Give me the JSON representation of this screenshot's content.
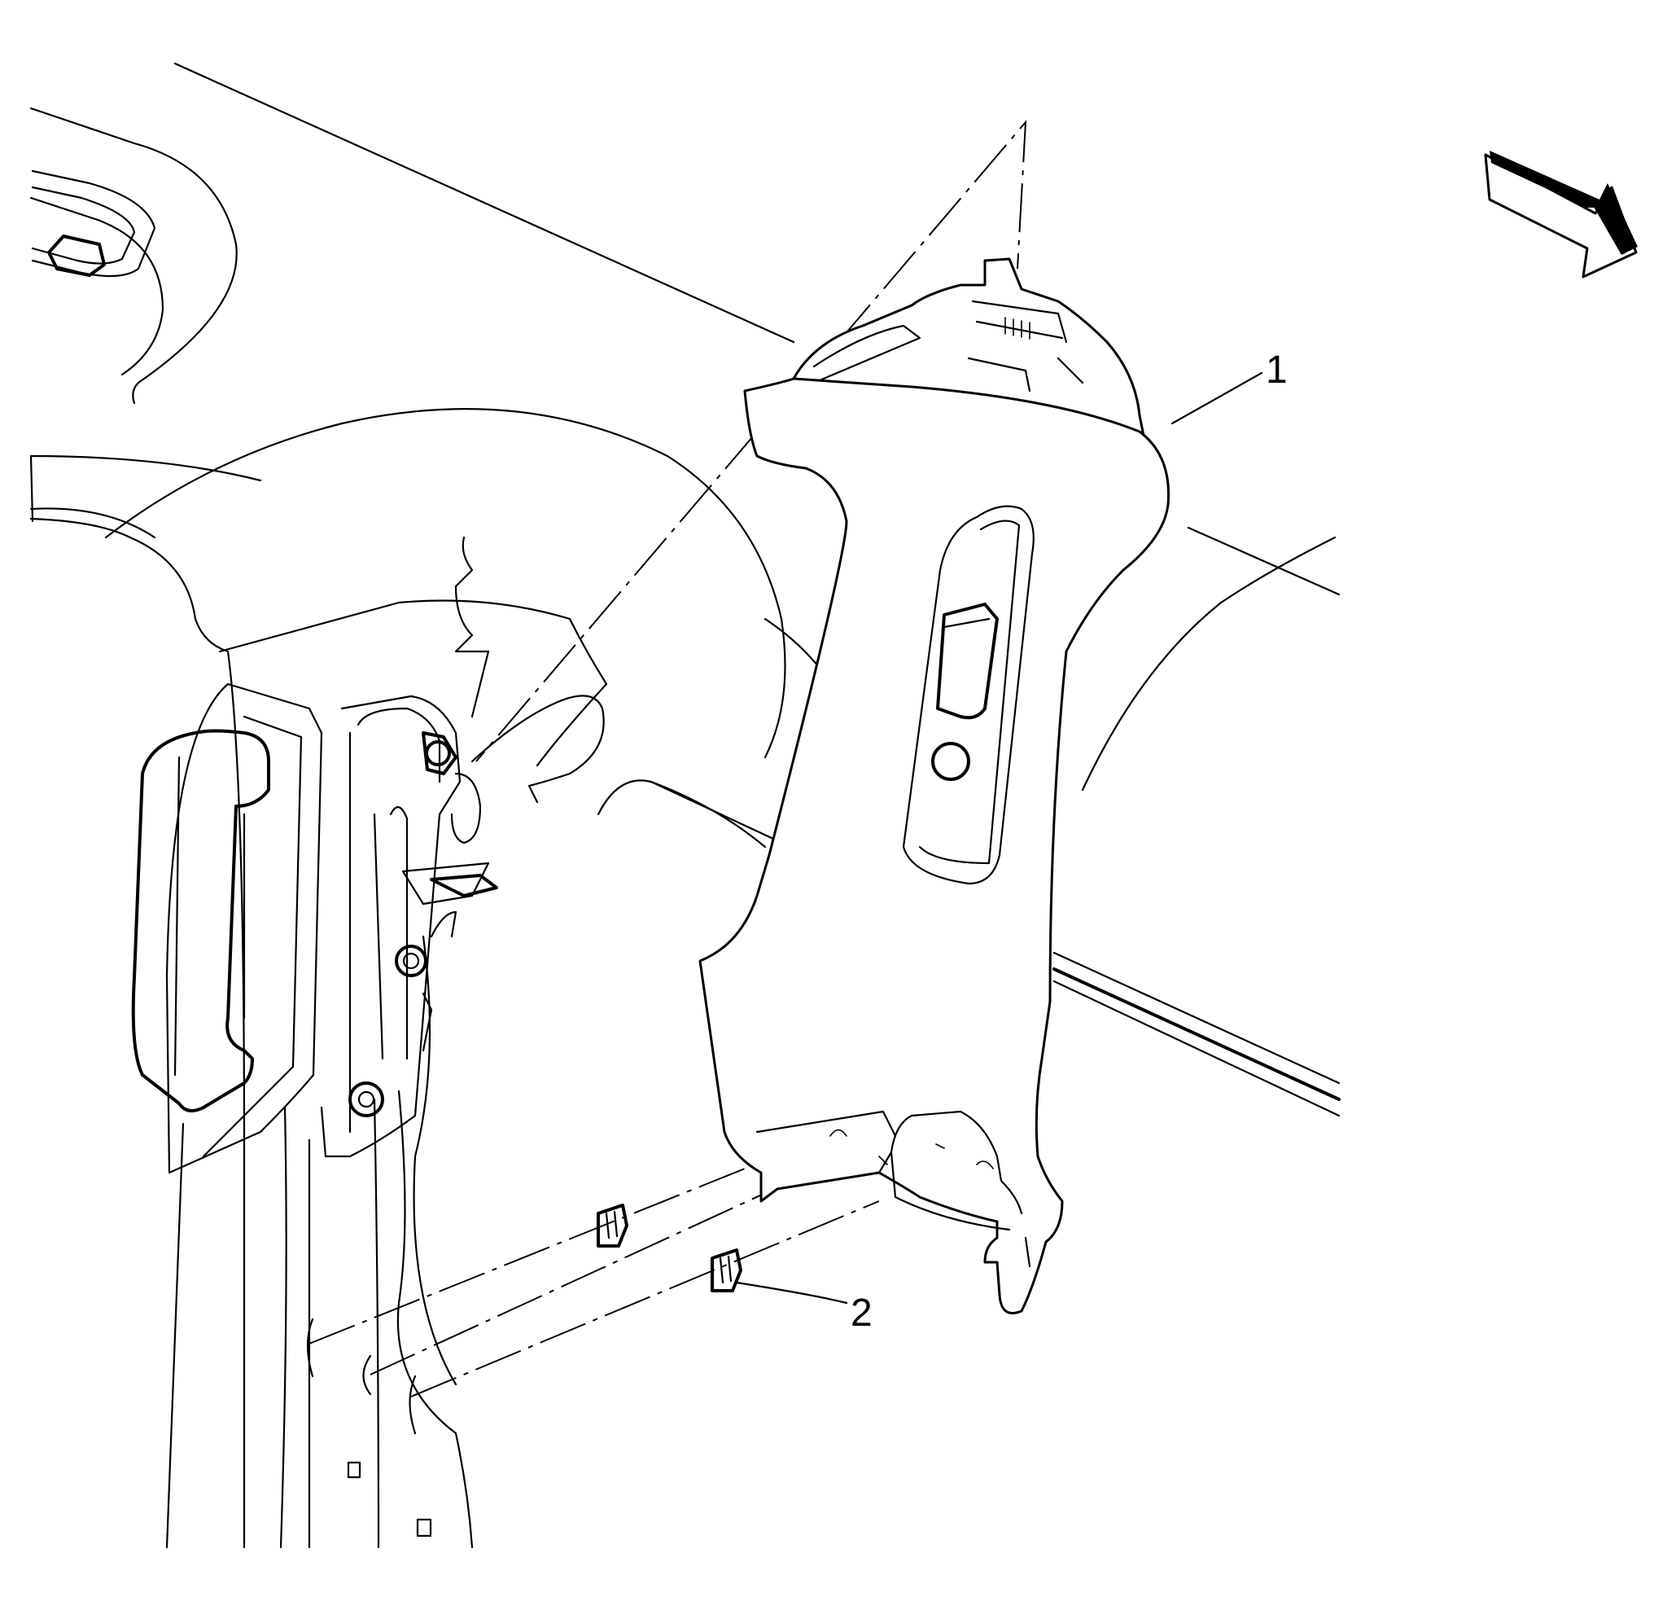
{
  "callouts": [
    {
      "id": "1",
      "label": "1"
    },
    {
      "id": "2",
      "label": "2"
    }
  ],
  "colors": {
    "line": "#000000",
    "background": "#ffffff"
  },
  "icons": {
    "direction": "forward-arrow-icon"
  }
}
